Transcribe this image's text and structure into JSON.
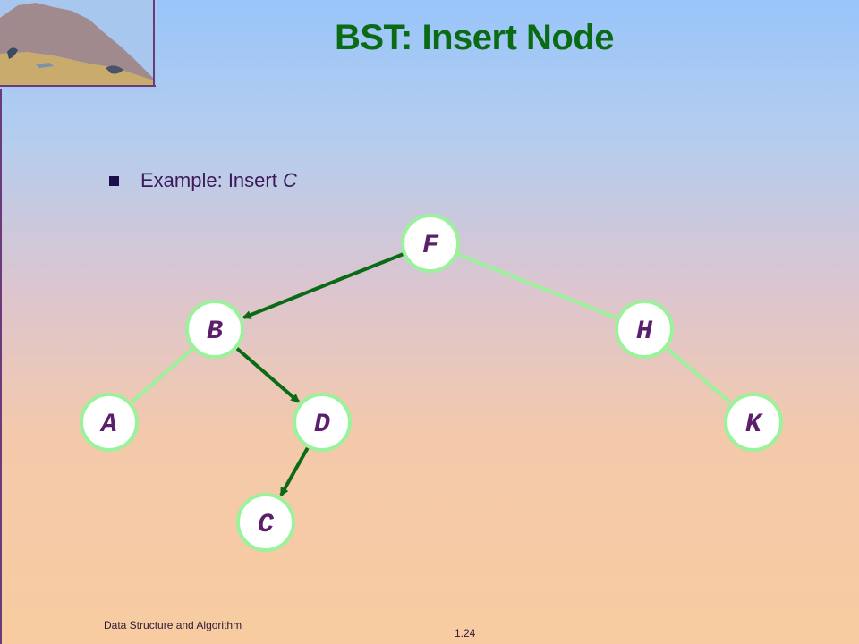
{
  "slide": {
    "title": "BST: Insert Node",
    "bullet": {
      "prefix": "Example: Insert ",
      "emphasis": "C"
    },
    "footer": {
      "course": "Data Structure and Algorithm",
      "page": "1.24"
    }
  },
  "tree": {
    "nodes": [
      {
        "id": "F",
        "label": "F"
      },
      {
        "id": "B",
        "label": "B"
      },
      {
        "id": "H",
        "label": "H"
      },
      {
        "id": "A",
        "label": "A"
      },
      {
        "id": "D",
        "label": "D"
      },
      {
        "id": "K",
        "label": "K"
      },
      {
        "id": "C",
        "label": "C"
      }
    ],
    "edges": [
      {
        "from": "F",
        "to": "B",
        "on_path": true
      },
      {
        "from": "F",
        "to": "H",
        "on_path": false
      },
      {
        "from": "B",
        "to": "A",
        "on_path": false
      },
      {
        "from": "B",
        "to": "D",
        "on_path": true
      },
      {
        "from": "H",
        "to": "K",
        "on_path": false
      },
      {
        "from": "D",
        "to": "C",
        "on_path": true
      }
    ]
  },
  "colors": {
    "title": "#0b6a14",
    "path_edge": "#0b6a14",
    "other_edge": "#9af29a",
    "node_fill": "#ffffff",
    "node_ring": "#9af29a",
    "node_label": "#5b1f6b"
  },
  "icons": {
    "logo": "mountain-landscape-logo",
    "bullet": "square-bullet"
  }
}
